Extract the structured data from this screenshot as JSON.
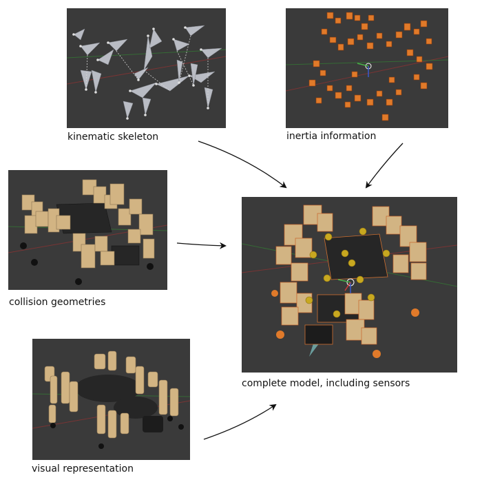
{
  "panels": {
    "kinematic_skeleton": {
      "caption": "kinematic skeleton"
    },
    "inertia_information": {
      "caption": "inertia information"
    },
    "collision_geometries": {
      "caption": "collision geometries"
    },
    "visual_representation": {
      "caption": "visual representation"
    },
    "complete_model": {
      "caption": "complete model, including sensors"
    }
  },
  "colors": {
    "viewport_bg": "#3a3a3a",
    "grid_red": "#7a3434",
    "grid_green": "#356b35",
    "bone_gray": "#b9bcc4",
    "inertia_orange": "#e07a2a",
    "geometry_tan": "#d2b483",
    "body_dark": "#262626",
    "sensor_cone": "#7fc8c8"
  },
  "arrows": [
    "kinematic_skeleton -> complete_model",
    "inertia_information -> complete_model",
    "collision_geometries -> complete_model",
    "visual_representation -> complete_model"
  ]
}
